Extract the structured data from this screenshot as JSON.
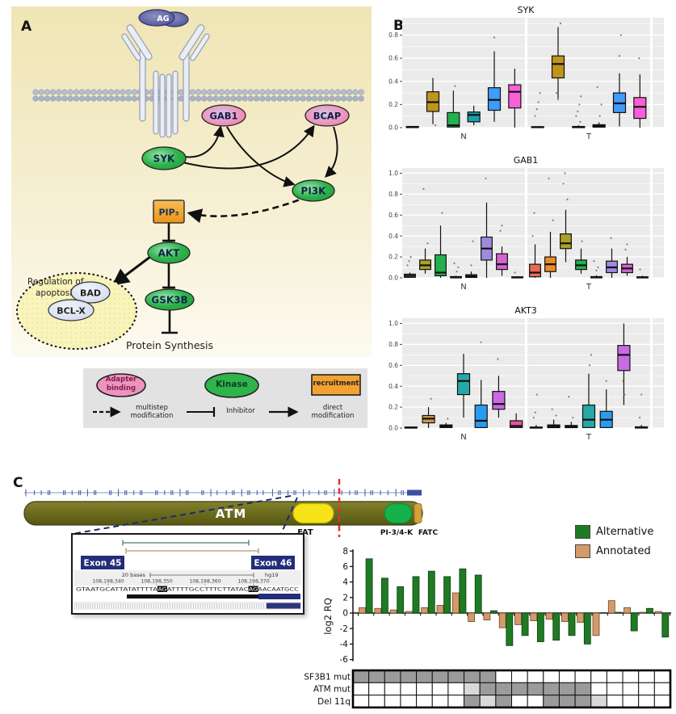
{
  "panelA": {
    "label": "A",
    "nodes": {
      "ag": "AG",
      "gab1": "GAB1",
      "bcap": "BCAP",
      "syk": "SYK",
      "pi3k": "PI3K",
      "pip3": "PIP₃",
      "akt": "AKT",
      "gsk3b": "GSK3B",
      "bad": "BAD",
      "bclx": "BCL-X"
    },
    "annotations": {
      "regulation_line1": "Regulation of",
      "regulation_line2": "apoptosis",
      "protein_synthesis": "Protein Synthesis"
    },
    "legend": {
      "adapter_line1": "Adapter",
      "adapter_line2": "binding",
      "kinase": "Kinase",
      "recruitment": "recruitment",
      "multistep": "multistep modification",
      "inhibitor": "Inhibitor",
      "direct": "direct modification"
    },
    "colors": {
      "kinase": "#2eb44b",
      "adapter": "#ee93bd",
      "recruitment": "#f2a233",
      "antigen": "#575c9c"
    }
  },
  "panelB": {
    "label": "B"
  },
  "panelC": {
    "label": "C",
    "gene": {
      "name": "ATM",
      "domains": [
        {
          "label": "FAT",
          "color": "#f7e418"
        },
        {
          "label": "PI-3/4-K",
          "color": "#17b14c"
        },
        {
          "label": "FATC",
          "color": "#d2a23c"
        }
      ]
    },
    "inset": {
      "exon_left": "Exon 45",
      "exon_right": "Exon 46",
      "scale": "20 bases",
      "build": "hg19",
      "positions": [
        "108,198,340",
        "108,198,350",
        "108,198,360",
        "108,198,370"
      ],
      "sequence": [
        {
          "text": "GTAATGCATTATATTTTA",
          "highlight": false
        },
        {
          "text": "AG",
          "highlight": true
        },
        {
          "text": "ATTTTGCCTTTCTTATAC",
          "highlight": false
        },
        {
          "text": "AG",
          "highlight": true
        },
        {
          "text": "AACAATGCC",
          "highlight": false
        }
      ]
    }
  },
  "chart_data": [
    {
      "type": "boxplot",
      "title": "SYK",
      "ylim": [
        0,
        0.95
      ],
      "yticks": [
        0.0,
        0.2,
        0.4,
        0.6,
        0.8
      ],
      "grid": true,
      "facets": [
        {
          "label": "N",
          "boxes": [
            {
              "color": "#111111",
              "lo": 0,
              "q1": 0,
              "med": 0.005,
              "q3": 0.01,
              "hi": 0.012,
              "out": []
            },
            {
              "color": "#c0951c",
              "lo": 0.03,
              "q1": 0.14,
              "med": 0.22,
              "q3": 0.31,
              "hi": 0.43,
              "out": [
                0.02
              ]
            },
            {
              "color": "#23b14d",
              "lo": 0,
              "q1": 0.005,
              "med": 0.02,
              "q3": 0.13,
              "hi": 0.32,
              "out": [
                0.36
              ]
            },
            {
              "color": "#1d9fa6",
              "lo": 0.02,
              "q1": 0.05,
              "med": 0.11,
              "q3": 0.135,
              "hi": 0.19,
              "out": []
            },
            {
              "color": "#3f9bfc",
              "lo": 0.05,
              "q1": 0.15,
              "med": 0.24,
              "q3": 0.345,
              "hi": 0.66,
              "out": [
                0.78
              ]
            },
            {
              "color": "#fb5fd7",
              "lo": 0,
              "q1": 0.17,
              "med": 0.31,
              "q3": 0.37,
              "hi": 0.51,
              "out": []
            }
          ]
        },
        {
          "label": "T",
          "boxes": [
            {
              "color": "#111111",
              "lo": 0,
              "q1": 0,
              "med": 0.004,
              "q3": 0.008,
              "hi": 0.01,
              "out": [
                0.1,
                0.16,
                0.22,
                0.3
              ]
            },
            {
              "color": "#c0951c",
              "lo": 0.24,
              "q1": 0.43,
              "med": 0.55,
              "q3": 0.62,
              "hi": 0.87,
              "out": [
                0.9,
                0.3,
                0.25
              ]
            },
            {
              "color": "#111111",
              "lo": 0,
              "q1": 0,
              "med": 0.004,
              "q3": 0.01,
              "hi": 0.02,
              "out": [
                0.05,
                0.1,
                0.14,
                0.2,
                0.27
              ]
            },
            {
              "color": "#111111",
              "lo": 0,
              "q1": 0.004,
              "med": 0.012,
              "q3": 0.025,
              "hi": 0.045,
              "out": [
                0.1,
                0.2,
                0.35
              ]
            },
            {
              "color": "#3f9bfc",
              "lo": 0.01,
              "q1": 0.13,
              "med": 0.21,
              "q3": 0.3,
              "hi": 0.47,
              "out": [
                0.62,
                0.8
              ]
            },
            {
              "color": "#fb5fd7",
              "lo": 0,
              "q1": 0.08,
              "med": 0.18,
              "q3": 0.26,
              "hi": 0.46,
              "out": [
                0.6
              ]
            }
          ]
        }
      ]
    },
    {
      "type": "boxplot",
      "title": "GAB1",
      "ylim": [
        0,
        1.05
      ],
      "yticks": [
        0.0,
        0.2,
        0.4,
        0.6,
        0.8,
        1.0
      ],
      "grid": true,
      "facets": [
        {
          "label": "N",
          "boxes": [
            {
              "color": "#d29d5f",
              "lo": 0,
              "q1": 0.005,
              "med": 0.02,
              "q3": 0.035,
              "hi": 0.05,
              "out": [
                0.12,
                0.16,
                0.2
              ]
            },
            {
              "color": "#a8a326",
              "lo": 0.04,
              "q1": 0.08,
              "med": 0.12,
              "q3": 0.17,
              "hi": 0.28,
              "out": [
                0.33,
                0.85
              ]
            },
            {
              "color": "#23b14d",
              "lo": 0,
              "q1": 0.02,
              "med": 0.05,
              "q3": 0.22,
              "hi": 0.5,
              "out": [
                0.62
              ]
            },
            {
              "color": "#111111",
              "lo": 0,
              "q1": 0,
              "med": 0.005,
              "q3": 0.012,
              "hi": 0.02,
              "out": [
                0.06,
                0.1,
                0.14
              ]
            },
            {
              "color": "#17715f",
              "lo": 0,
              "q1": 0.004,
              "med": 0.015,
              "q3": 0.03,
              "hi": 0.06,
              "out": [
                0.12,
                0.35
              ]
            },
            {
              "color": "#a08ae0",
              "lo": 0,
              "q1": 0.17,
              "med": 0.28,
              "q3": 0.39,
              "hi": 0.72,
              "out": [
                0.95
              ]
            },
            {
              "color": "#d363d3",
              "lo": 0.02,
              "q1": 0.08,
              "med": 0.13,
              "q3": 0.23,
              "hi": 0.3,
              "out": [
                0.45,
                0.5
              ]
            },
            {
              "color": "#111111",
              "lo": 0,
              "q1": 0,
              "med": 0.004,
              "q3": 0.01,
              "hi": 0.015,
              "out": [
                0.05
              ]
            }
          ]
        },
        {
          "label": "T",
          "boxes": [
            {
              "color": "#e86b50",
              "lo": 0,
              "q1": 0.01,
              "med": 0.05,
              "q3": 0.13,
              "hi": 0.32,
              "out": [
                0.4,
                0.62
              ]
            },
            {
              "color": "#e98c27",
              "lo": 0,
              "q1": 0.06,
              "med": 0.13,
              "q3": 0.2,
              "hi": 0.44,
              "out": [
                0.55,
                0.95
              ]
            },
            {
              "color": "#a8a326",
              "lo": 0.15,
              "q1": 0.28,
              "med": 0.33,
              "q3": 0.42,
              "hi": 0.65,
              "out": [
                0.75,
                0.9,
                1.0
              ]
            },
            {
              "color": "#23b14d",
              "lo": 0.04,
              "q1": 0.08,
              "med": 0.12,
              "q3": 0.17,
              "hi": 0.28,
              "out": [
                0.35
              ]
            },
            {
              "color": "#111111",
              "lo": 0,
              "q1": 0,
              "med": 0.005,
              "q3": 0.012,
              "hi": 0.025,
              "out": [
                0.07,
                0.1,
                0.16
              ]
            },
            {
              "color": "#a08ae0",
              "lo": 0,
              "q1": 0.05,
              "med": 0.1,
              "q3": 0.16,
              "hi": 0.28,
              "out": [
                0.38
              ]
            },
            {
              "color": "#d363d3",
              "lo": 0.02,
              "q1": 0.05,
              "med": 0.09,
              "q3": 0.13,
              "hi": 0.2,
              "out": [
                0.27,
                0.32
              ]
            },
            {
              "color": "#111111",
              "lo": 0,
              "q1": 0,
              "med": 0.004,
              "q3": 0.01,
              "hi": 0.02,
              "out": [
                0.08
              ]
            }
          ]
        }
      ]
    },
    {
      "type": "boxplot",
      "title": "AKT3",
      "ylim": [
        0,
        1.05
      ],
      "yticks": [
        0.0,
        0.2,
        0.4,
        0.6,
        0.8,
        1.0
      ],
      "grid": true,
      "facets": [
        {
          "label": "N",
          "boxes": [
            {
              "color": "#111111",
              "lo": 0,
              "q1": 0,
              "med": 0.004,
              "q3": 0.01,
              "hi": 0.015,
              "out": []
            },
            {
              "color": "#c99c49",
              "lo": 0,
              "q1": 0.05,
              "med": 0.09,
              "q3": 0.12,
              "hi": 0.2,
              "out": [
                0.28
              ]
            },
            {
              "color": "#111111",
              "lo": 0,
              "q1": 0.005,
              "med": 0.015,
              "q3": 0.03,
              "hi": 0.05,
              "out": [
                0.09
              ]
            },
            {
              "color": "#28a7a7",
              "lo": 0.1,
              "q1": 0.32,
              "med": 0.45,
              "q3": 0.52,
              "hi": 0.71,
              "out": []
            },
            {
              "color": "#2a9cf0",
              "lo": 0,
              "q1": 0.005,
              "med": 0.07,
              "q3": 0.22,
              "hi": 0.46,
              "out": [
                0.82
              ]
            },
            {
              "color": "#c96ae4",
              "lo": 0.1,
              "q1": 0.18,
              "med": 0.23,
              "q3": 0.35,
              "hi": 0.5,
              "out": [
                0.66
              ]
            },
            {
              "color": "#e0569b",
              "lo": 0,
              "q1": 0.005,
              "med": 0.02,
              "q3": 0.07,
              "hi": 0.14,
              "out": []
            }
          ]
        },
        {
          "label": "T",
          "boxes": [
            {
              "color": "#111111",
              "lo": 0,
              "q1": 0,
              "med": 0.004,
              "q3": 0.01,
              "hi": 0.03,
              "out": [
                0.1,
                0.15,
                0.32
              ]
            },
            {
              "color": "#111111",
              "lo": 0,
              "q1": 0.004,
              "med": 0.012,
              "q3": 0.03,
              "hi": 0.08,
              "out": [
                0.12,
                0.18
              ]
            },
            {
              "color": "#111111",
              "lo": 0,
              "q1": 0.004,
              "med": 0.01,
              "q3": 0.025,
              "hi": 0.06,
              "out": [
                0.1,
                0.3
              ]
            },
            {
              "color": "#28a7a7",
              "lo": 0,
              "q1": 0.005,
              "med": 0.08,
              "q3": 0.22,
              "hi": 0.52,
              "out": [
                0.6,
                0.7
              ]
            },
            {
              "color": "#2a9cf0",
              "lo": 0,
              "q1": 0.005,
              "med": 0.08,
              "q3": 0.16,
              "hi": 0.37,
              "out": [
                0.45
              ]
            },
            {
              "color": "#c96ae4",
              "lo": 0.22,
              "q1": 0.55,
              "med": 0.7,
              "q3": 0.79,
              "hi": 1.0,
              "out": [
                0.45,
                0.32
              ]
            },
            {
              "color": "#111111",
              "lo": 0,
              "q1": 0,
              "med": 0.005,
              "q3": 0.012,
              "hi": 0.03,
              "out": [
                0.1,
                0.32
              ]
            }
          ]
        }
      ]
    },
    {
      "type": "bar",
      "ylabel": "log2 RQ",
      "ylim": [
        -6,
        8
      ],
      "yticks": [
        8,
        6,
        4,
        2,
        0,
        -2,
        -4,
        -6
      ],
      "legend": [
        {
          "label": "Alternative",
          "color": "#1f7a24"
        },
        {
          "label": "Annotated",
          "color": "#d49a6a"
        }
      ],
      "series": [
        {
          "name": "Annotated",
          "color": "#d49a6a",
          "values": [
            0.7,
            0.6,
            0.4,
            0.2,
            0.7,
            1.0,
            2.6,
            -1.1,
            -0.9,
            -1.9,
            -1.5,
            -1.0,
            -0.8,
            -1.1,
            -1.2,
            -2.9,
            1.6,
            0.7,
            0.1,
            0.2
          ]
        },
        {
          "name": "Alternative",
          "color": "#1f7a24",
          "values": [
            7.0,
            4.5,
            3.4,
            4.7,
            5.4,
            4.7,
            5.7,
            4.9,
            0.3,
            -4.2,
            -2.9,
            -3.7,
            -3.5,
            -2.9,
            -4.0,
            0.05,
            0.1,
            -2.3,
            0.6,
            -3.1
          ]
        }
      ]
    },
    {
      "type": "heatmap",
      "cell_colors": {
        "0": "#ffffff",
        "1": "#d9d9d9",
        "2": "#9b9b9b"
      },
      "rows": [
        {
          "label": "SF3B1 mut",
          "cells": [
            2,
            2,
            2,
            2,
            2,
            2,
            2,
            2,
            2,
            0,
            0,
            0,
            0,
            0,
            0,
            0,
            0,
            0,
            0,
            0
          ]
        },
        {
          "label": "ATM mut",
          "cells": [
            0,
            0,
            0,
            0,
            0,
            0,
            0,
            1,
            2,
            2,
            2,
            2,
            2,
            2,
            2,
            0,
            0,
            0,
            0,
            0
          ]
        },
        {
          "label": "Del 11q",
          "cells": [
            0,
            0,
            0,
            0,
            0,
            0,
            0,
            2,
            1,
            2,
            0,
            0,
            2,
            2,
            2,
            1,
            0,
            0,
            0,
            0
          ]
        }
      ]
    }
  ]
}
